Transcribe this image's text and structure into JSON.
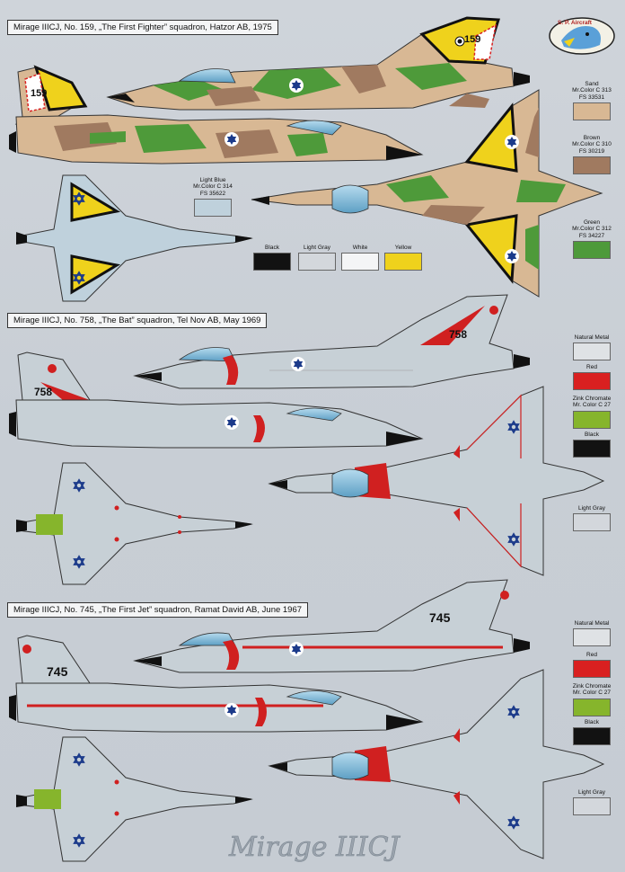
{
  "captions": {
    "c1": "Mirage IIICJ, No. 159, „The First Fighter” squadron, Hatzor AB, 1975",
    "c2": "Mirage IIICJ, No. 758, „The Bat” squadron, Tel Nov AB, May 1969",
    "c3": "Mirage IIICJ, No. 745, „The First Jet” squadron, Ramat David AB, June 1967"
  },
  "logo": {
    "text": "S. P. Aircraft"
  },
  "tail_numbers": {
    "a1": "159",
    "a2": "758",
    "a3": "745"
  },
  "bottom_title": "Mirage IIICJ",
  "swatches1": {
    "sand": {
      "l1": "Sand",
      "l2": "Mr.Color C 313",
      "l3": "FS 33531",
      "color": "#d8b894"
    },
    "brown": {
      "l1": "Brown",
      "l2": "Mr.Color C 310",
      "l3": "FS 30219",
      "color": "#a07a60"
    },
    "green": {
      "l1": "Green",
      "l2": "Mr.Color C 312",
      "l3": "FS 34227",
      "color": "#4e9a3a"
    },
    "lightblue": {
      "l1": "Light Blue",
      "l2": "Mr.Color C 314",
      "l3": "FS 35622",
      "color": "#bcd2dc"
    },
    "black": {
      "l1": "Black",
      "color": "#121212"
    },
    "lightgray": {
      "l1": "Light Gray",
      "color": "#d3d7dc"
    },
    "white": {
      "l1": "White",
      "color": "#f4f5f6"
    },
    "yellow": {
      "l1": "Yellow",
      "color": "#efd21c"
    }
  },
  "swatches2": {
    "natural": {
      "l1": "Natural Metal",
      "color": "#dfe2e5"
    },
    "red": {
      "l1": "Red",
      "color": "#d92020"
    },
    "zink": {
      "l1": "Zink Chromate",
      "l2": "Mr. Color C 27",
      "color": "#86b52c"
    },
    "black": {
      "l1": "Black",
      "color": "#121212"
    },
    "lightgray": {
      "l1": "Light Gray",
      "color": "#d3d7dc"
    }
  },
  "swatches3": {
    "natural": {
      "l1": "Natural Metal",
      "color": "#dfe2e5"
    },
    "red": {
      "l1": "Red",
      "color": "#d92020"
    },
    "zink": {
      "l1": "Zink Chromate",
      "l2": "Mr. Color C 27",
      "color": "#86b52c"
    },
    "black": {
      "l1": "Black",
      "color": "#121212"
    },
    "lightgray": {
      "l1": "Light Gray",
      "color": "#d3d7dc"
    }
  },
  "colors": {
    "sand": "#d8b894",
    "brown": "#a07a60",
    "green": "#4e9a3a",
    "lightblue": "#bfd1dc",
    "gray": "#c7d0d6",
    "red": "#d02020",
    "yellow": "#efd21c",
    "black": "#111111",
    "canopy": "#7fb8d6",
    "zink": "#86b52c",
    "roundel": "#1b3a8a"
  }
}
